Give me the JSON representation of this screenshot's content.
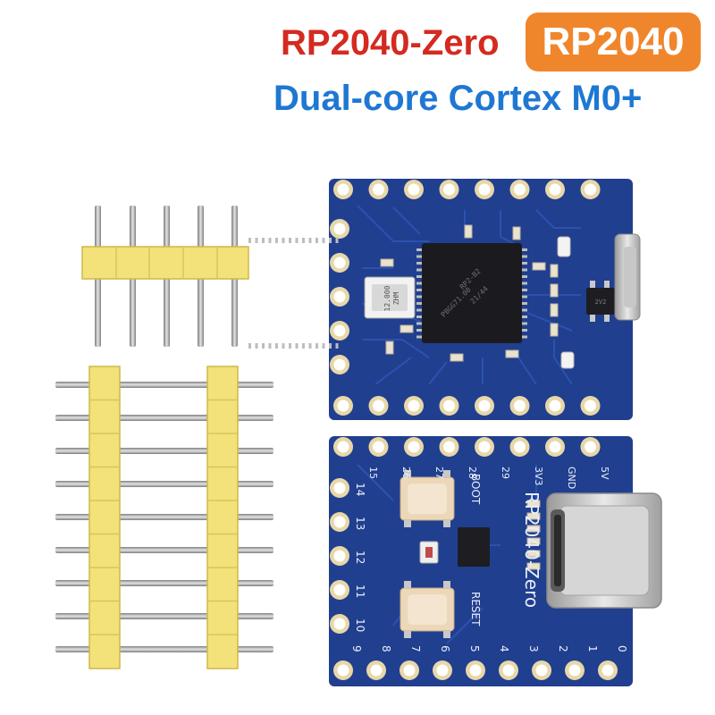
{
  "header": {
    "title": "RP2040-Zero",
    "badge": "RP2040",
    "subtitle": "Dual-core Cortex M0+"
  },
  "board_top": {
    "chip_marking": [
      "RP2-B2",
      "21/44",
      "PBGG71.00"
    ],
    "crystal_marking": [
      "12.000",
      "ZHM"
    ],
    "regulator_marking": "2V2"
  },
  "board_bottom": {
    "silkscreen": "RP2040-Zero",
    "boot_label": "BOOT",
    "reset_label": "RESET",
    "left_pins": [
      "14",
      "13",
      "12",
      "11",
      "10"
    ],
    "top_pins": [
      "15",
      "26",
      "27",
      "28",
      "29",
      "3V3",
      "GND",
      "5V"
    ],
    "bottom_pins": [
      "9",
      "8",
      "7",
      "6",
      "5",
      "4",
      "3",
      "2",
      "1",
      "0"
    ]
  },
  "colors": {
    "pcb_blue": "#213f8f",
    "pin_header_yellow": "#f3e27a",
    "title_red": "#d42a20",
    "subtitle_blue": "#1e78d2",
    "badge_orange": "#f0862c"
  }
}
